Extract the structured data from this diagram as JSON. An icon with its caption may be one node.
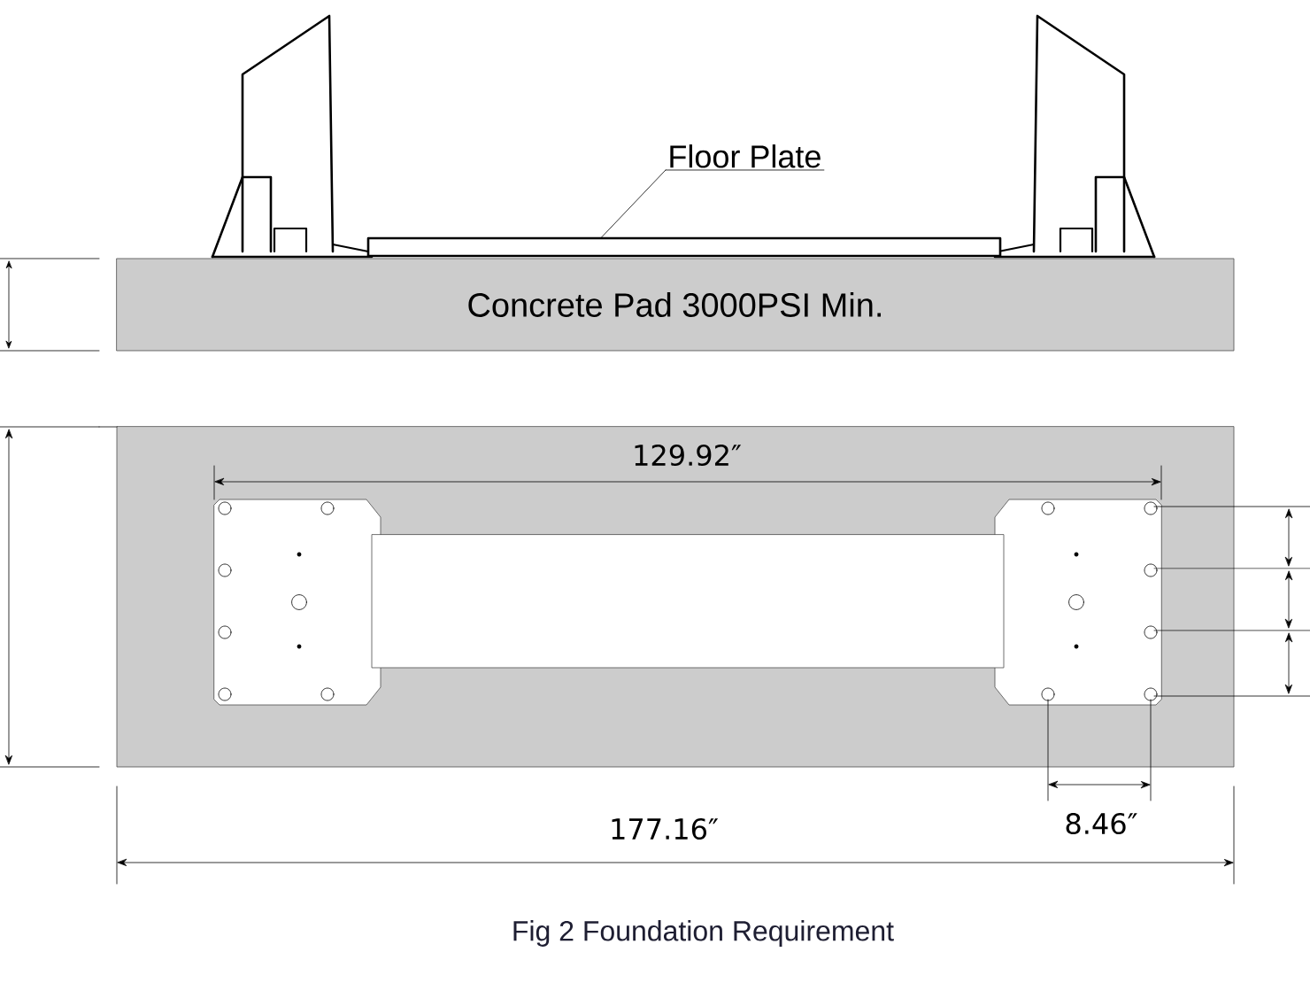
{
  "diagram": {
    "caption": "Fig 2 Foundation Requirement",
    "nodes": [
      {
        "text": [
          "Floor Plate"
        ]
      },
      {
        "text": [],
        "shape": "bar"
      },
      {
        "text": [
          "Concrete Pad 3000PSI Min."
        ]
      }
    ],
    "edges": [
      {
        "from": 0,
        "to": 1,
        "arrow": "none"
      }
    ],
    "labels": [
      "129.92″",
      "8.46″",
      "177.16″"
    ]
  }
}
